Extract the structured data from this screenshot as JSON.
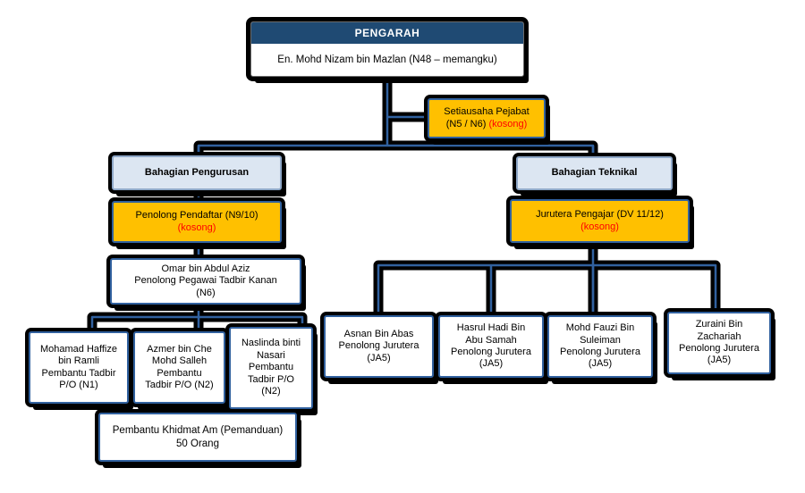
{
  "colors": {
    "header_navy": "#1F4A73",
    "vacant_orange_fill": "#FFC000",
    "division_light_blue": "#DCE6F2",
    "connector_blue": "#31619F",
    "vacant_text_red": "#FF0000",
    "outline_black": "#000000"
  },
  "nodes": {
    "pengarah": {
      "header": "PENGARAH",
      "name": "En. Mohd Nizam bin Mazlan (N48 – memangku)"
    },
    "setiausaha": {
      "lines": [
        "Setiausaha Pejabat",
        "(N5 / N6)"
      ],
      "vacant": "(kosong)"
    },
    "bahagian_pengurusan": {
      "label": "Bahagian Pengurusan"
    },
    "penolong_pendaftar": {
      "title": "Penolong Pendaftar (N9/10)",
      "vacant": "(kosong)"
    },
    "omar": {
      "lines": [
        "Omar bin Abdul Aziz",
        "Penolong Pegawai Tadbir Kanan",
        "(N6)"
      ]
    },
    "haffize": {
      "lines": [
        "Mohamad Haffize",
        "bin Ramli",
        "Pembantu Tadbir",
        "P/O (N1)"
      ]
    },
    "azmer": {
      "lines": [
        "Azmer bin Che",
        "Mohd Salleh",
        "Pembantu",
        "Tadbir P/O (N2)"
      ]
    },
    "naslinda": {
      "lines": [
        "Naslinda binti",
        "Nasari",
        "Pembantu",
        "Tadbir P/O",
        "(N2)"
      ]
    },
    "pembantu_khidmat": {
      "lines": [
        "Pembantu Khidmat Am (Pemanduan)",
        "50 Orang"
      ]
    },
    "bahagian_teknikal": {
      "label": "Bahagian Teknikal"
    },
    "jurutera": {
      "title": "Jurutera Pengajar (DV 11/12)",
      "vacant": "(kosong)"
    },
    "asnan": {
      "lines": [
        "Asnan Bin Abas",
        "Penolong Jurutera",
        "(JA5)"
      ]
    },
    "hasrul": {
      "lines": [
        "Hasrul Hadi Bin",
        "Abu Samah",
        "Penolong Jurutera",
        "(JA5)"
      ]
    },
    "fauzi": {
      "lines": [
        "Mohd Fauzi Bin",
        "Suleiman",
        "Penolong Jurutera",
        "(JA5)"
      ]
    },
    "zuraini": {
      "lines": [
        "Zuraini Bin",
        "Zachariah",
        "Penolong Jurutera",
        "(JA5)"
      ]
    }
  }
}
